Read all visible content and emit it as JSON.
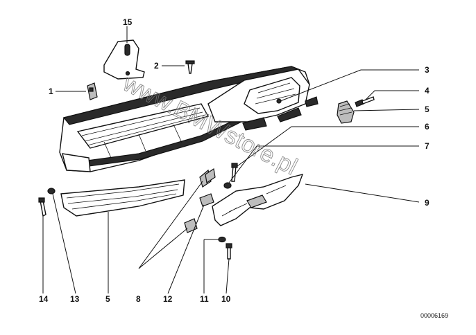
{
  "callouts": {
    "c1": "1",
    "c2": "2",
    "c3": "3",
    "c4": "4",
    "c5a": "5",
    "c5b": "5",
    "c6": "6",
    "c7": "7",
    "c8": "8",
    "c9": "9",
    "c10": "10",
    "c11": "11",
    "c12": "12",
    "c13": "13",
    "c14": "14",
    "c15": "15"
  },
  "watermark": "www.BMWstore.pl",
  "reference_number": "00006169"
}
